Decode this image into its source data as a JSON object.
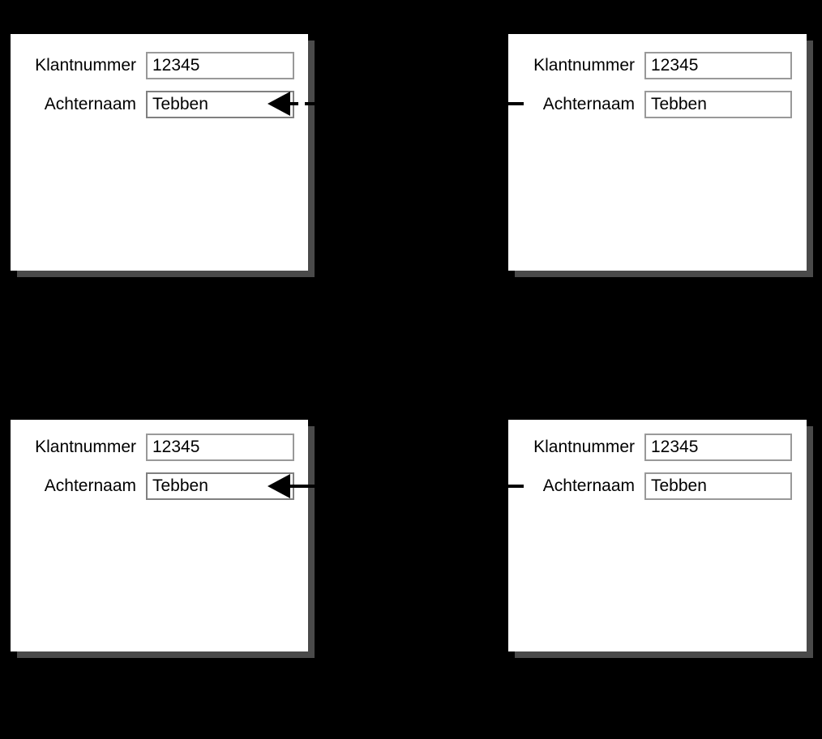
{
  "background_color": "#000000",
  "panel": {
    "background_color": "#ffffff",
    "shadow_color": "#4a4a4a",
    "field_border_color": "#999999",
    "text_color": "#000000"
  },
  "labels": {
    "klantnummer": "Klantnummer",
    "achternaam": "Achternaam"
  },
  "values": {
    "klantnummer": "12345",
    "achternaam": "Tebben"
  },
  "panels": [
    {
      "id": "panel-top-left",
      "name": "customer-form-top-left",
      "fields": [
        {
          "label": "Klantnummer",
          "value": "12345"
        },
        {
          "label": "Achternaam",
          "value": "Tebben"
        }
      ],
      "connector": "arrow-in-right",
      "connector_row": "achternaam"
    },
    {
      "id": "panel-top-right",
      "name": "customer-form-top-right",
      "fields": [
        {
          "label": "Klantnummer",
          "value": "12345"
        },
        {
          "label": "Achternaam",
          "value": "Tebben"
        }
      ],
      "connector": "line-in-left",
      "connector_row": "achternaam"
    },
    {
      "id": "panel-bottom-left",
      "name": "customer-form-bottom-left",
      "fields": [
        {
          "label": "Klantnummer",
          "value": "12345"
        },
        {
          "label": "Achternaam",
          "value": "Tebben"
        }
      ],
      "connector": "arrow-in-right",
      "connector_row": "achternaam"
    },
    {
      "id": "panel-bottom-right",
      "name": "customer-form-bottom-right",
      "fields": [
        {
          "label": "Klantnummer",
          "value": "12345"
        },
        {
          "label": "Achternaam",
          "value": "Tebben"
        }
      ],
      "connector": "line-in-left",
      "connector_row": "achternaam"
    }
  ],
  "icons": {
    "arrow_left": "arrow-left-icon",
    "connector_line": "connector-line-icon"
  }
}
